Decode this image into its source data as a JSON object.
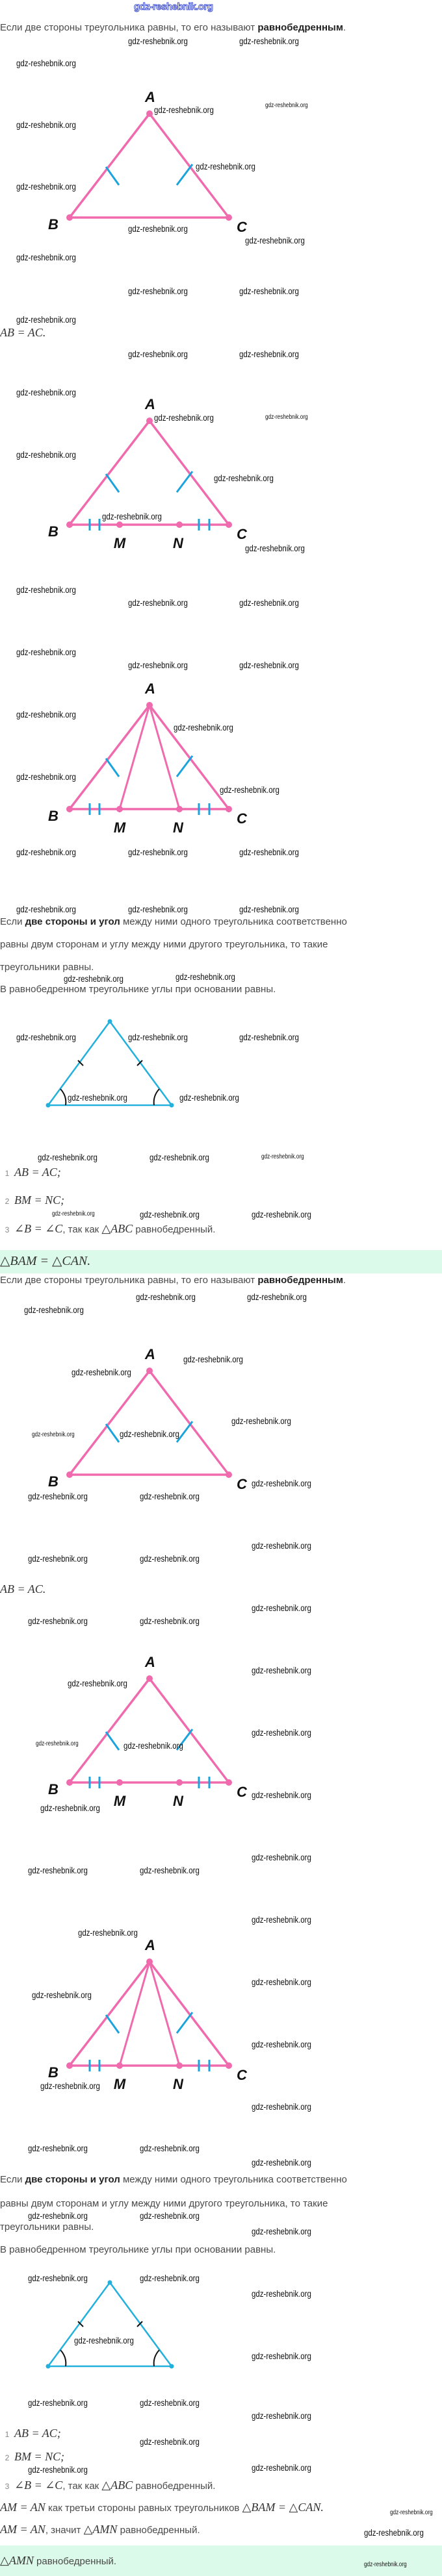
{
  "logo": "gdz-reshebnik.org",
  "watermark": "gdz-reshebnik.org",
  "colors": {
    "triangle": "#f06aae",
    "tick": "#1aa3dd",
    "answer_bg": "#dcfaea",
    "blue_triangle": "#22b0dd"
  },
  "figure_labels": {
    "A": "A",
    "B": "B",
    "C": "C",
    "M": "M",
    "N": "N"
  },
  "definition": {
    "before": "Если две стороны треугольника равны, то его называют ",
    "bold": "равнобедренным",
    "after": "."
  },
  "eq_ab_ac": "AB = AC.",
  "theorem": {
    "line1_before": "Если ",
    "line1_bold": "две стороны и угол",
    "line1_after": " между ними одного треугольника соответственно",
    "line2": "равны двум сторонам и углу между ними другого треугольника, то такие",
    "line3": "треугольники равны."
  },
  "property": "В равнобедренном треугольнике углы при основании равны.",
  "steps": [
    {
      "num": "1",
      "math": "AB = AC;"
    },
    {
      "num": "2",
      "math": "BM = NC;"
    },
    {
      "num": "3",
      "math": "∠B = ∠C",
      "text": ", так как ",
      "math2": "△ABC",
      "text2": " равнобедренный."
    }
  ],
  "answer1": "△BAM = △CAN.",
  "conclusion1": {
    "math": "AM = AN",
    "text": " как третьи стороны равных треугольников ",
    "math2": "△BAM = △CAN."
  },
  "conclusion2": {
    "math": "AM = AN",
    "text": ", значит ",
    "math2": "△AMN",
    "text2": " равнобедренный."
  },
  "answer2": {
    "math": "△AMN",
    "text": " равнобедренный."
  }
}
